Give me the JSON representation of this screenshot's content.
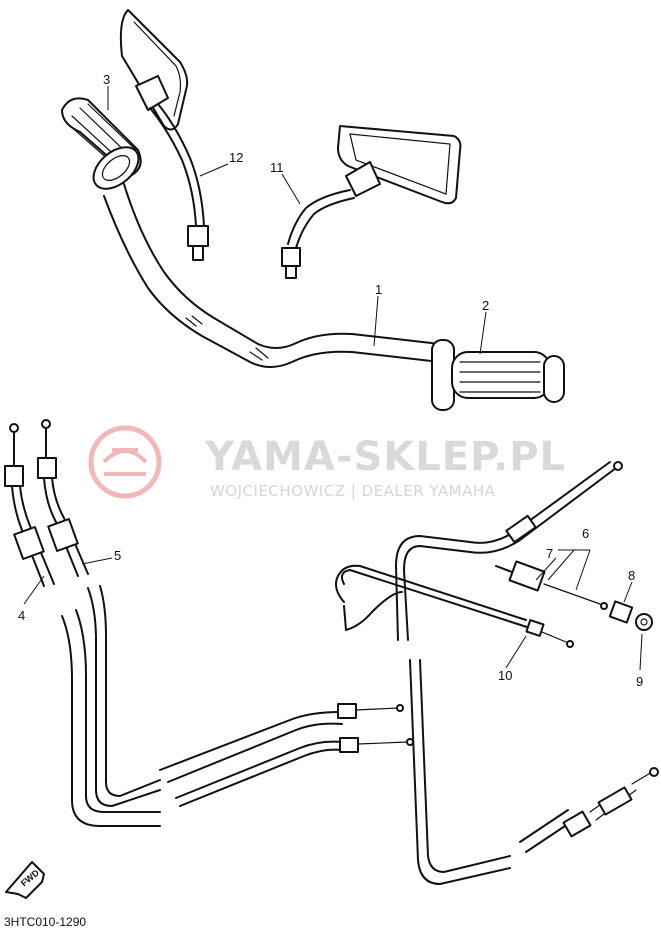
{
  "watermark": {
    "title": "YAMA-SKLEP.PL",
    "subtitle": "WOJCIECHOWICZ | DEALER YAMAHA",
    "logo_color": "#f2b8b8"
  },
  "callouts": {
    "c1": "1",
    "c2": "2",
    "c3": "3",
    "c4": "4",
    "c5": "5",
    "c6": "6",
    "c7": "7",
    "c8": "8",
    "c9": "9",
    "c10": "10",
    "c11": "11",
    "c12": "12"
  },
  "direction_badge": "FWD",
  "diagram_code": "3HTC010-1290"
}
